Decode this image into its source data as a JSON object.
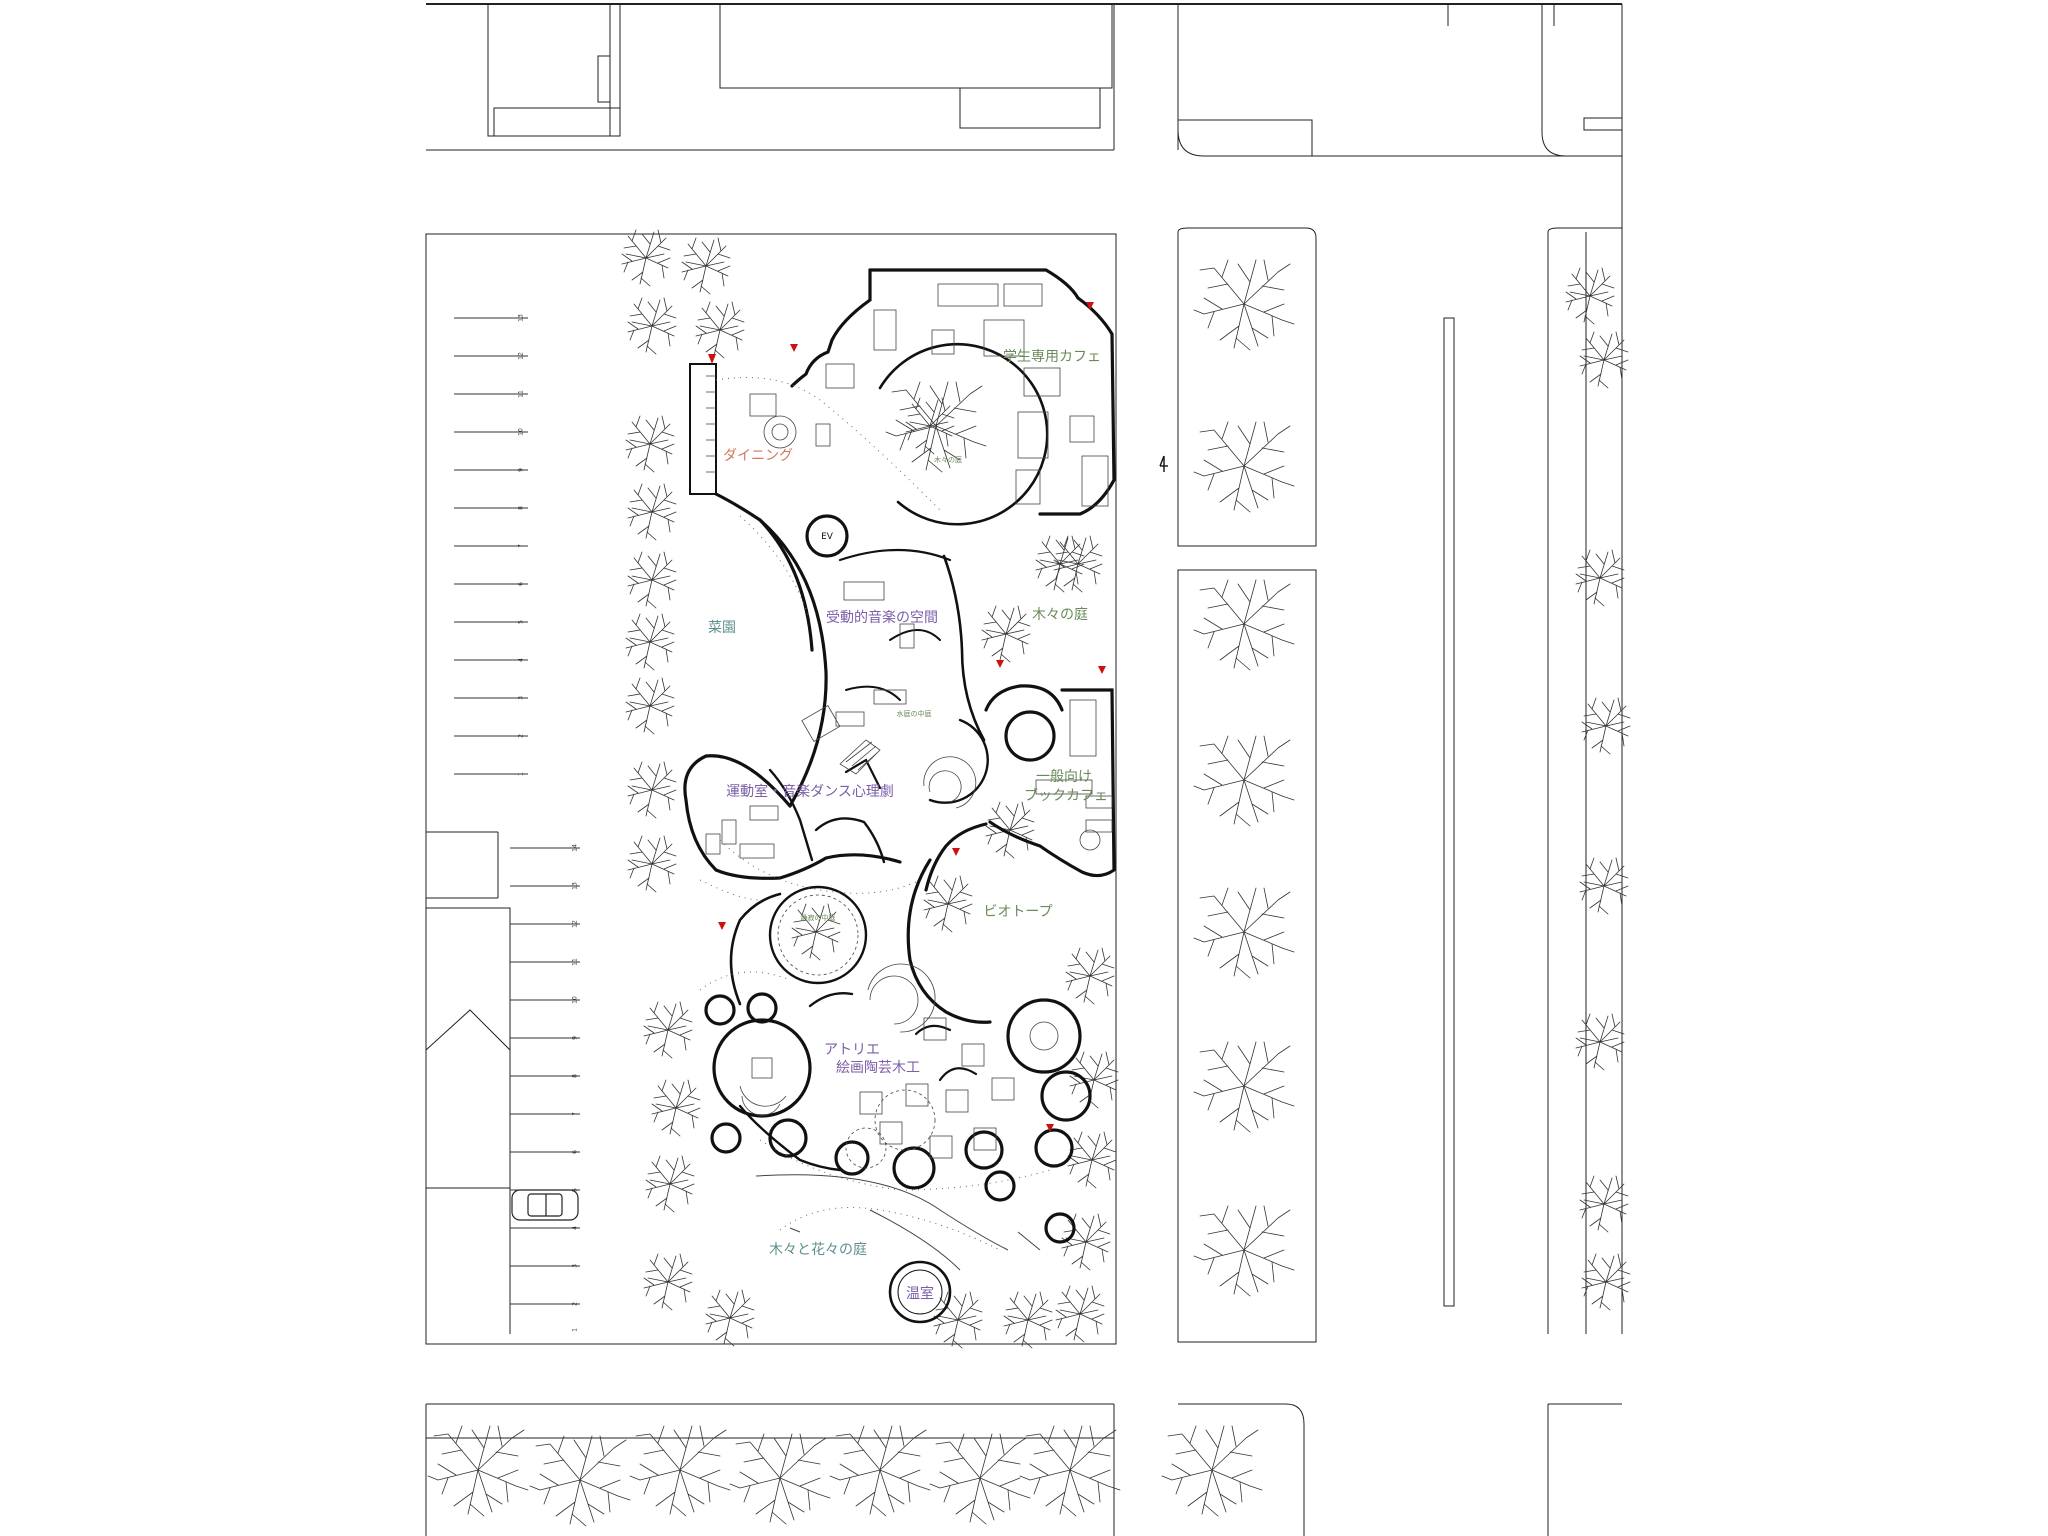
{
  "colors": {
    "purple": "#7b5ea7",
    "green": "#6a8a5a",
    "teal": "#5f8f8c",
    "orange": "#d4785a",
    "ink": "#111111",
    "thin": "#555555",
    "entry": "#cc1111"
  },
  "labels": {
    "dining": "ダイニング",
    "student_cafe": "学生専用カフェ",
    "garden_trees": "木々の庭",
    "vegetable_garden": "菜園",
    "passive_music": "受動的音楽の空間",
    "ev": "EV",
    "movement_room": "運動室・音楽ダンス心理劇",
    "public_book_cafe_line1": "一般向け",
    "public_book_cafe_line2": "ブックカフェ",
    "biotope": "ビオトープ",
    "atelier_line1": "アトリエ",
    "atelier_line2": "絵画陶芸木工",
    "trees_flowers_garden": "木々と花々の庭",
    "greenhouse": "温室",
    "tiny_1": "木々の庭",
    "tiny_2": "水庭の中庭",
    "tiny_3": "静寂の中庭"
  },
  "parking_numbers_upper": [
    "1",
    "2",
    "3",
    "4",
    "5",
    "6",
    "7",
    "8",
    "9",
    "10",
    "11",
    "12",
    "13"
  ],
  "parking_numbers_lower": [
    "1",
    "2",
    "3",
    "4",
    "5",
    "6",
    "7",
    "8",
    "9",
    "10",
    "11",
    "12",
    "13",
    "14"
  ],
  "icons": [
    "north-arrow-icon",
    "entrance-marker-icon",
    "tree-icon",
    "car-icon"
  ]
}
